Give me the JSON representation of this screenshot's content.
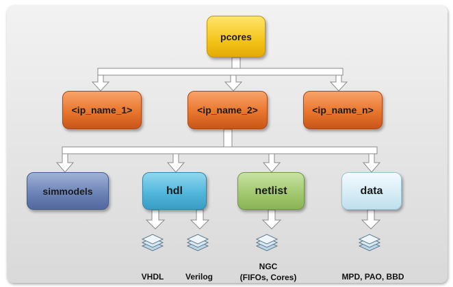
{
  "diagram": {
    "root": {
      "label": "pcores"
    },
    "ip_nodes": [
      {
        "label": "<ip_name_1>"
      },
      {
        "label": "<ip_name_2>"
      },
      {
        "label": "<ip_name_n>"
      }
    ],
    "subfolders": [
      {
        "label": "simmodels"
      },
      {
        "label": "hdl"
      },
      {
        "label": "netlist"
      },
      {
        "label": "data"
      }
    ],
    "file_labels": {
      "vhdl": "VHDL",
      "verilog": "Verilog",
      "ngc_line1": "NGC",
      "ngc_line2": "(FIFOs, Cores)",
      "data_files": "MPD, PAO, BBD"
    },
    "colors": {
      "root": "#f4c41a",
      "ip": "#e8762c",
      "simmodels": "#6d84b8",
      "hdl": "#52b7dc",
      "netlist": "#a3c970",
      "data": "#d6edf6"
    },
    "icons": [
      "file-stack-icon"
    ]
  }
}
